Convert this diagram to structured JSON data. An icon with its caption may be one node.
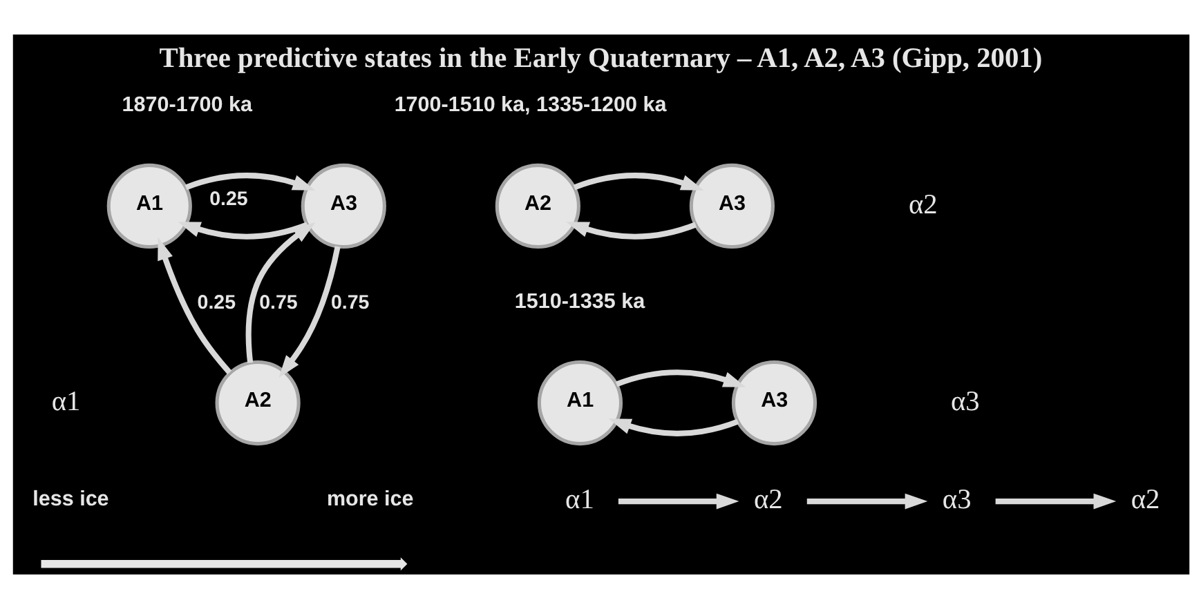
{
  "diagram": {
    "title": "Three predictive states in the Early Quaternary – A1, A2, A3 (Gipp, 2001)",
    "nodes": [
      {
        "text": [
          "A1"
        ]
      },
      {
        "text": [
          "A3"
        ]
      },
      {
        "text": [
          "A2"
        ]
      },
      {
        "text": [
          "A2"
        ]
      },
      {
        "text": [
          "A3"
        ]
      },
      {
        "text": [
          "A1"
        ]
      },
      {
        "text": [
          "A3"
        ]
      },
      {
        "text": [
          "α1"
        ]
      },
      {
        "text": [
          "α2"
        ]
      },
      {
        "text": [
          "α3"
        ]
      },
      {
        "text": [
          "α2"
        ]
      }
    ],
    "edges": [
      {
        "from": 1,
        "to": 0,
        "arrow": "to",
        "label": "0.25"
      },
      {
        "from": 0,
        "to": 1,
        "arrow": "to"
      },
      {
        "from": 2,
        "to": 0,
        "arrow": "to",
        "label": "0.25"
      },
      {
        "from": 1,
        "to": 2,
        "arrow": "to",
        "label": "0.75"
      },
      {
        "from": 2,
        "to": 1,
        "arrow": "to",
        "label": "0.75"
      },
      {
        "from": 4,
        "to": 3,
        "arrow": "to"
      },
      {
        "from": 3,
        "to": 4,
        "arrow": "to"
      },
      {
        "from": 6,
        "to": 5,
        "arrow": "to"
      },
      {
        "from": 5,
        "to": 6,
        "arrow": "to"
      },
      {
        "from": 7,
        "to": 8,
        "arrow": "to"
      },
      {
        "from": 8,
        "to": 9,
        "arrow": "to"
      },
      {
        "from": 9,
        "to": 10,
        "arrow": "to"
      }
    ],
    "labels": [
      "1870-1700 ka",
      "1700-1510 ka, 1335-1200 ka",
      "α2",
      "1510-1335 ka",
      "α1",
      "α3",
      "less ice",
      "more ice"
    ]
  }
}
